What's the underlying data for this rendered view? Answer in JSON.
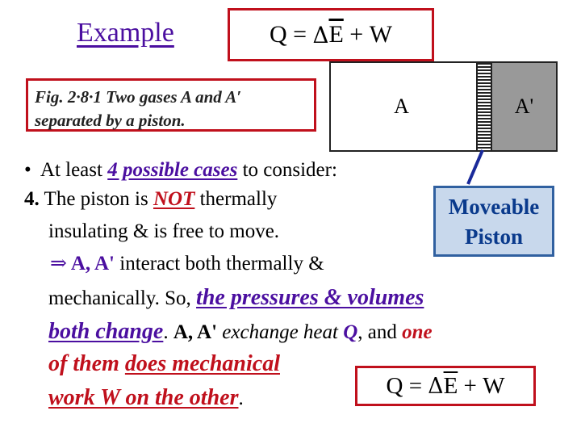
{
  "title": "Example",
  "equation": {
    "q": "Q",
    "eq": "=",
    "delta": "Δ",
    "e": "E",
    "plus": "+",
    "w": "W"
  },
  "caption": {
    "line1": "Fig. 2·8·1   Two gases A and A′",
    "line2": "separated by a piston."
  },
  "figure": {
    "gas_a": "A",
    "gas_a_prime": "A'"
  },
  "piston_label": {
    "line1": "Moveable",
    "line2": "Piston"
  },
  "body": {
    "bullet": "•",
    "l1_a": "At least ",
    "l1_b": "4 possible cases",
    "l1_c": " to consider:",
    "l2_num": "4.",
    "l2_a": " The piston is ",
    "l2_b": "NOT",
    "l2_c": " thermally",
    "l3": "insulating & is free to move.",
    "l4_arrow": "⇒",
    "l4_a": " A, A'",
    "l4_b": " interact both thermally &",
    "l5_a": "mechanically. So, ",
    "l5_b": "the pressures & volumes",
    "l6_a": "both change",
    "l6_b": ". ",
    "l6_c": "A, A'",
    "l6_d": " exchange heat ",
    "l6_e": "Q",
    "l6_f": ", and ",
    "l6_g": "one",
    "l7_a": "of them ",
    "l7_b": "does  mechanical",
    "l8_a": "work W on the other",
    "l8_b": "."
  },
  "colors": {
    "accent_purple": "#4b0fa0",
    "accent_red": "#c0101c",
    "piston_box": "#c8d8ec",
    "piston_text": "#0a3a8c"
  }
}
